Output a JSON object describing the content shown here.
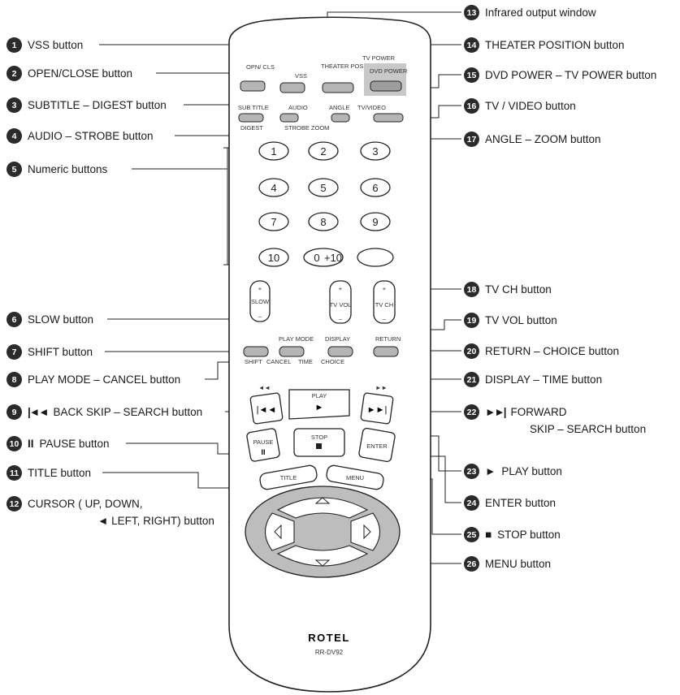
{
  "callouts": [
    {
      "n": "1",
      "text": "VSS button"
    },
    {
      "n": "2",
      "text": "OPEN/CLOSE button"
    },
    {
      "n": "3",
      "text": "SUBTITLE – DIGEST button"
    },
    {
      "n": "4",
      "text": "AUDIO – STROBE button"
    },
    {
      "n": "5",
      "text": "Numeric buttons"
    },
    {
      "n": "6",
      "text": "SLOW button"
    },
    {
      "n": "7",
      "text": "SHIFT button"
    },
    {
      "n": "8",
      "text": "PLAY MODE – CANCEL button"
    },
    {
      "n": "9",
      "text": "BACK SKIP – SEARCH button"
    },
    {
      "n": "10",
      "text": "PAUSE button"
    },
    {
      "n": "11",
      "text": "TITLE button"
    },
    {
      "n": "12",
      "text": "CURSOR ( UP, DOWN,",
      "text2": "LEFT, RIGHT) button"
    },
    {
      "n": "13",
      "text": "Infrared output window"
    },
    {
      "n": "14",
      "text": "THEATER POSITION button"
    },
    {
      "n": "15",
      "text": "DVD POWER – TV POWER button"
    },
    {
      "n": "16",
      "text": "TV / VIDEO button"
    },
    {
      "n": "17",
      "text": "ANGLE – ZOOM button"
    },
    {
      "n": "18",
      "text": "TV CH button"
    },
    {
      "n": "19",
      "text": "TV VOL button"
    },
    {
      "n": "20",
      "text": "RETURN – CHOICE button"
    },
    {
      "n": "21",
      "text": "DISPLAY – TIME button"
    },
    {
      "n": "22",
      "text": "FORWARD",
      "text2": "SKIP – SEARCH button"
    },
    {
      "n": "23",
      "text": "PLAY button"
    },
    {
      "n": "24",
      "text": "ENTER button"
    },
    {
      "n": "25",
      "text": "STOP button"
    },
    {
      "n": "26",
      "text": "MENU button"
    }
  ],
  "remote": {
    "brand": "ROTEL",
    "model": "RR-DV92",
    "labels": {
      "opn_cls": "OPN/ CLS",
      "vss": "VSS",
      "theater": "THEATER POSITION",
      "tv_power": "TV POWER",
      "dvd_power": "DVD POWER",
      "sub_title": "SUB TITLE",
      "audio": "AUDIO",
      "angle": "ANGLE",
      "tv_video": "TV/VIDEO",
      "digest": "DIGEST",
      "strobe_zoom": "STROBE ZOOM",
      "slow": "SLOW",
      "tv_vol": "TV VOL",
      "tv_ch": "TV CH",
      "play_mode": "PLAY MODE",
      "display": "DISPLAY",
      "return": "RETURN",
      "shift": "SHIFT",
      "cancel": "CANCEL",
      "time": "TIME",
      "choice": "CHOICE",
      "play": "PLAY",
      "pause": "PAUSE",
      "stop": "STOP",
      "enter": "ENTER",
      "title": "TITLE",
      "menu": "MENU",
      "plus": "+",
      "minus": "–"
    },
    "numeric": [
      "1",
      "2",
      "3",
      "4",
      "5",
      "6",
      "7",
      "8",
      "9",
      "10",
      "0",
      "+10"
    ]
  }
}
